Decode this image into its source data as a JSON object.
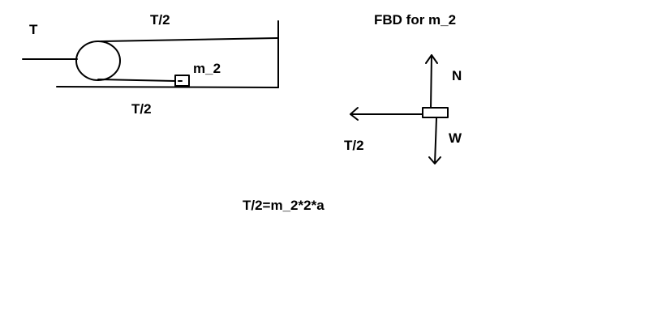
{
  "diagram": {
    "labels": {
      "pull_force": "T",
      "upper_tension": "T/2",
      "lower_tension": "T/2",
      "block_name": "m_2"
    }
  },
  "fbd": {
    "title": "FBD for m_2",
    "normal_label": "N",
    "weight_label": "W",
    "tension_label": "T/2"
  },
  "equation": "T/2=m_2*2*a",
  "colors": {
    "ink": "#000000",
    "background": "#ffffff"
  }
}
